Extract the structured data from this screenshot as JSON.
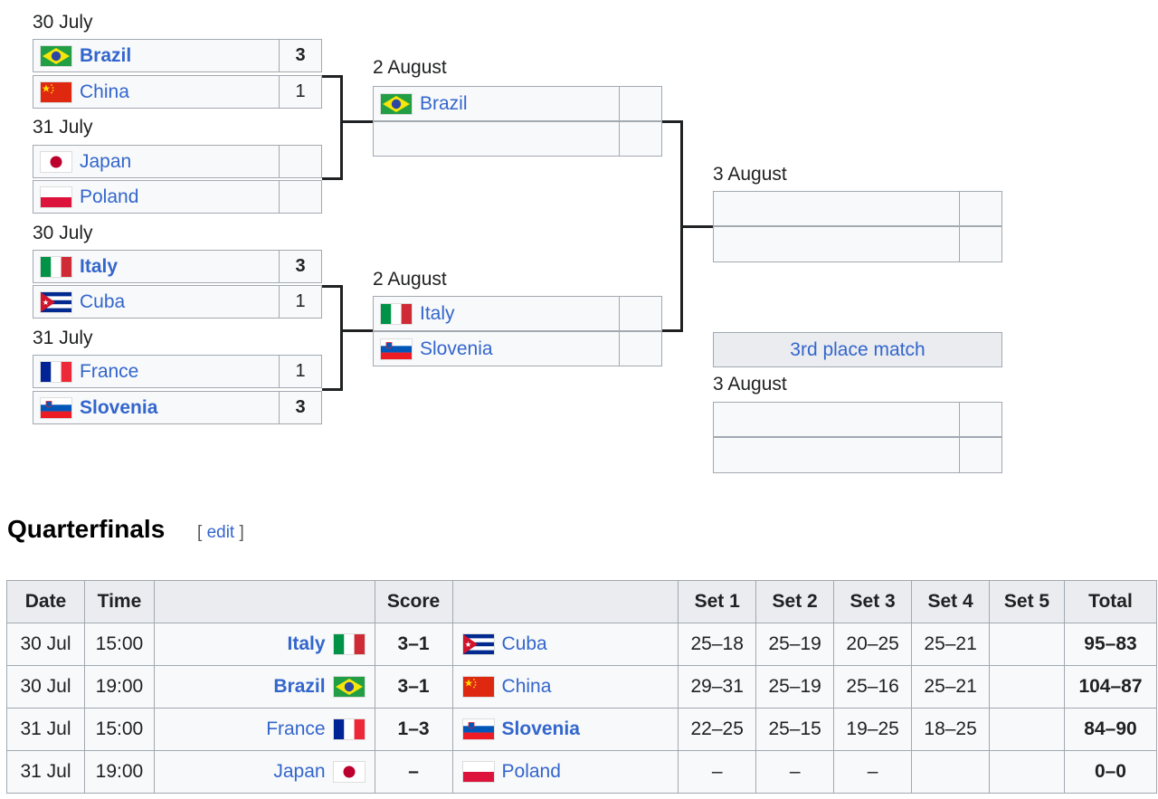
{
  "bracket": {
    "qf": [
      {
        "date": "30 July",
        "teams": [
          {
            "name": "Brazil",
            "flag": "brazil",
            "score": "3",
            "winner": true
          },
          {
            "name": "China",
            "flag": "china",
            "score": "1",
            "winner": false
          }
        ]
      },
      {
        "date": "31 July",
        "teams": [
          {
            "name": "Japan",
            "flag": "japan",
            "score": "",
            "winner": false
          },
          {
            "name": "Poland",
            "flag": "poland",
            "score": "",
            "winner": false
          }
        ]
      },
      {
        "date": "30 July",
        "teams": [
          {
            "name": "Italy",
            "flag": "italy",
            "score": "3",
            "winner": true
          },
          {
            "name": "Cuba",
            "flag": "cuba",
            "score": "1",
            "winner": false
          }
        ]
      },
      {
        "date": "31 July",
        "teams": [
          {
            "name": "France",
            "flag": "france",
            "score": "1",
            "winner": false
          },
          {
            "name": "Slovenia",
            "flag": "slovenia",
            "score": "3",
            "winner": true
          }
        ]
      }
    ],
    "sf": [
      {
        "date": "2 August",
        "teams": [
          {
            "name": "Brazil",
            "flag": "brazil",
            "score": ""
          },
          {
            "name": "",
            "flag": "",
            "score": ""
          }
        ]
      },
      {
        "date": "2 August",
        "teams": [
          {
            "name": "Italy",
            "flag": "italy",
            "score": ""
          },
          {
            "name": "Slovenia",
            "flag": "slovenia",
            "score": ""
          }
        ]
      }
    ],
    "final": {
      "date": "3 August"
    },
    "third": {
      "label": "3rd place match",
      "date": "3 August"
    }
  },
  "section": {
    "title": "Quarterfinals",
    "edit_open": "[",
    "edit_label": "edit",
    "edit_close": "]"
  },
  "table": {
    "headers": [
      "Date",
      "Time",
      "",
      "Score",
      "",
      "Set 1",
      "Set 2",
      "Set 3",
      "Set 4",
      "Set 5",
      "Total"
    ],
    "rows": [
      {
        "date": "30 Jul",
        "time": "15:00",
        "home": "Italy",
        "home_flag": "italy",
        "home_win": true,
        "score": "3–1",
        "away": "Cuba",
        "away_flag": "cuba",
        "away_win": false,
        "sets": [
          "25–18",
          "25–19",
          "20–25",
          "25–21",
          ""
        ],
        "total": "95–83"
      },
      {
        "date": "30 Jul",
        "time": "19:00",
        "home": "Brazil",
        "home_flag": "brazil",
        "home_win": true,
        "score": "3–1",
        "away": "China",
        "away_flag": "china",
        "away_win": false,
        "sets": [
          "29–31",
          "25–19",
          "25–16",
          "25–21",
          ""
        ],
        "total": "104–87"
      },
      {
        "date": "31 Jul",
        "time": "15:00",
        "home": "France",
        "home_flag": "france",
        "home_win": false,
        "score": "1–3",
        "away": "Slovenia",
        "away_flag": "slovenia",
        "away_win": true,
        "sets": [
          "22–25",
          "25–15",
          "19–25",
          "18–25",
          ""
        ],
        "total": "84–90"
      },
      {
        "date": "31 Jul",
        "time": "19:00",
        "home": "Japan",
        "home_flag": "japan",
        "home_win": false,
        "score": "–",
        "away": "Poland",
        "away_flag": "poland",
        "away_win": false,
        "sets": [
          "–",
          "–",
          "–",
          "",
          ""
        ],
        "total": "0–0"
      }
    ]
  },
  "colors": {
    "link": "#3366cc",
    "border": "#a2a9b1",
    "row_bg": "#f8f9fa",
    "header_bg": "#eaecf0"
  }
}
